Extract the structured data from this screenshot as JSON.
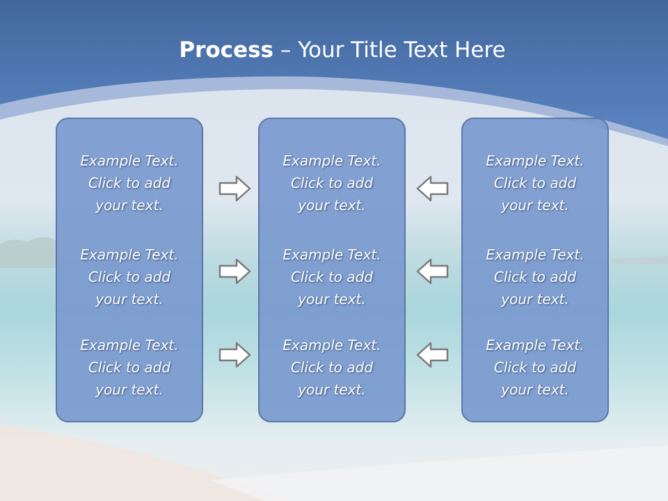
{
  "title": {
    "bold": "Process",
    "separator": " – ",
    "rest": "Your Title Text Here"
  },
  "columns": [
    {
      "rows": [
        {
          "lines": [
            "Example Text.",
            "Click  to add",
            "your text."
          ]
        },
        {
          "lines": [
            "Example Text.",
            "Click  to add",
            "your text."
          ]
        },
        {
          "lines": [
            "Example Text.",
            "Click  to add",
            "your text."
          ]
        }
      ]
    },
    {
      "rows": [
        {
          "lines": [
            "Example Text.",
            "Click  to add",
            "your text."
          ]
        },
        {
          "lines": [
            "Example Text.",
            "Click  to add",
            "your text."
          ]
        },
        {
          "lines": [
            "Example Text.",
            "Click  to add",
            "your text."
          ]
        }
      ]
    },
    {
      "rows": [
        {
          "lines": [
            "Example Text.",
            "Click  to add",
            "your text."
          ]
        },
        {
          "lines": [
            "Example Text.",
            "Click  to add",
            "your text."
          ]
        },
        {
          "lines": [
            "Example Text.",
            "Click  to add",
            "your text."
          ]
        }
      ]
    }
  ],
  "arrows": {
    "left_group": "right-arrow-icon",
    "right_group": "left-arrow-icon"
  },
  "colors": {
    "header_blue": "#4f79b8",
    "panel_fill": "#7a9ace",
    "panel_border": "#5c76a8",
    "arrow_fill": "#ffffff",
    "arrow_stroke": "#7a7a7a"
  }
}
